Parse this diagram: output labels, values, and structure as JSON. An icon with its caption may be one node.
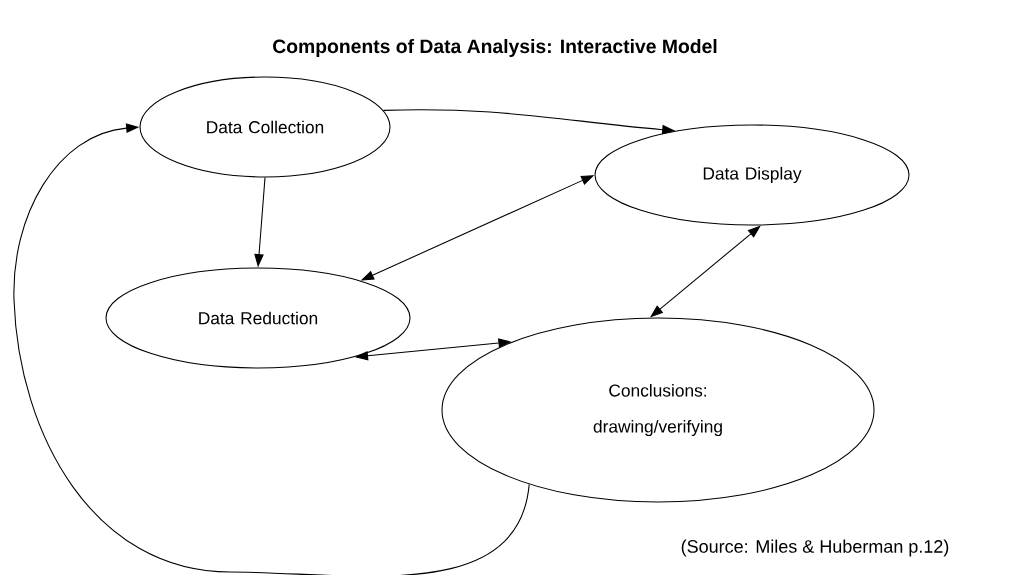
{
  "diagram": {
    "title": "Components of Data Analysis: Interactive Model",
    "nodes": [
      {
        "text": [
          "Data Collection"
        ]
      },
      {
        "text": [
          "Data Display"
        ]
      },
      {
        "text": [
          "Data Reduction"
        ]
      },
      {
        "text": [
          "Conclusions: drawing/verifying"
        ]
      }
    ],
    "edges": [
      {
        "from": 0,
        "to": 1,
        "arrow": "to"
      },
      {
        "from": 0,
        "to": 2,
        "arrow": "to"
      },
      {
        "from": 1,
        "to": 2,
        "arrow": "both"
      },
      {
        "from": 1,
        "to": 3,
        "arrow": "both"
      },
      {
        "from": 2,
        "to": 3,
        "arrow": "both"
      },
      {
        "from": 3,
        "to": 0,
        "arrow": "to"
      }
    ],
    "labels": [
      "(Source: Miles & Huberman p.12)"
    ]
  }
}
